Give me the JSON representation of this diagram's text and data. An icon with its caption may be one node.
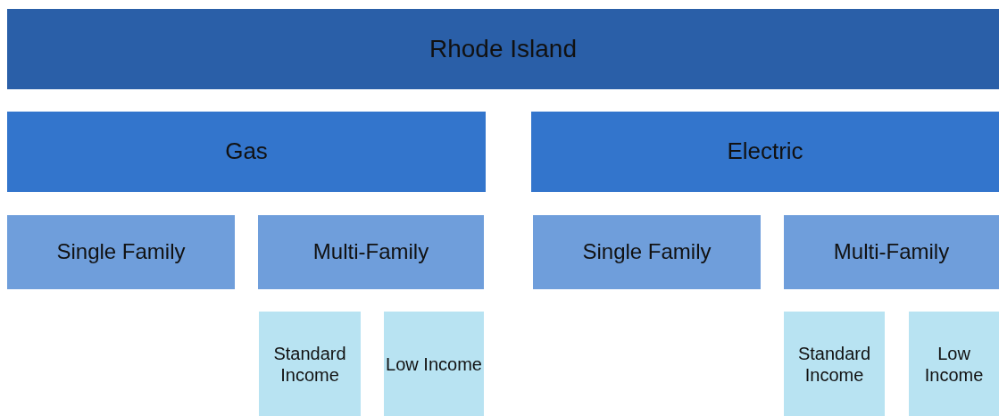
{
  "diagram": {
    "nodes": [
      {
        "text": [
          "Rhode Island"
        ]
      },
      {
        "text": [
          "Gas"
        ]
      },
      {
        "text": [
          "Electric"
        ]
      },
      {
        "text": [
          "Single Family"
        ]
      },
      {
        "text": [
          "Multi-Family"
        ]
      },
      {
        "text": [
          "Single Family"
        ]
      },
      {
        "text": [
          "Multi-Family"
        ]
      },
      {
        "text": [
          "Standard Income"
        ]
      },
      {
        "text": [
          "Low Income"
        ]
      },
      {
        "text": [
          "Standard Income"
        ]
      },
      {
        "text": [
          "Low Income"
        ]
      }
    ]
  }
}
